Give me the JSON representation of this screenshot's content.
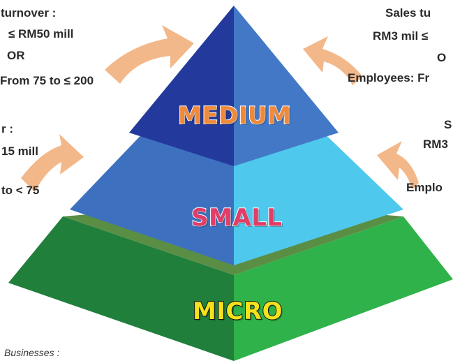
{
  "tiers": {
    "medium": "MEDIUM",
    "small": "SMALL",
    "micro": "MICRO"
  },
  "left_labels": {
    "medium": [
      "turnover :",
      "≤ RM50 mill",
      "OR",
      "From 75 to ≤ 200"
    ],
    "small": [
      "r :",
      "15 mill",
      "to < 75"
    ]
  },
  "right_labels": {
    "medium": [
      "Sales tu",
      "RM3 mil  ≤",
      "O",
      "Employees: Fr"
    ],
    "small": [
      "S",
      "RM3",
      "Emplo"
    ]
  },
  "bottom_note": "Businesses :",
  "colors": {
    "medium_left": "#23399b",
    "medium_right": "#4378c6",
    "small_left": "#3d71bf",
    "small_right": "#4ec8ec",
    "small_top": "#43c3ea",
    "micro_left": "#1f7f3b",
    "micro_right": "#2fb24a",
    "micro_top": "#5b8e45",
    "arrow": "#f3b88a",
    "medium_text": "#f08a3a",
    "small_text": "#e23c69",
    "micro_text": "#f6e21c"
  }
}
